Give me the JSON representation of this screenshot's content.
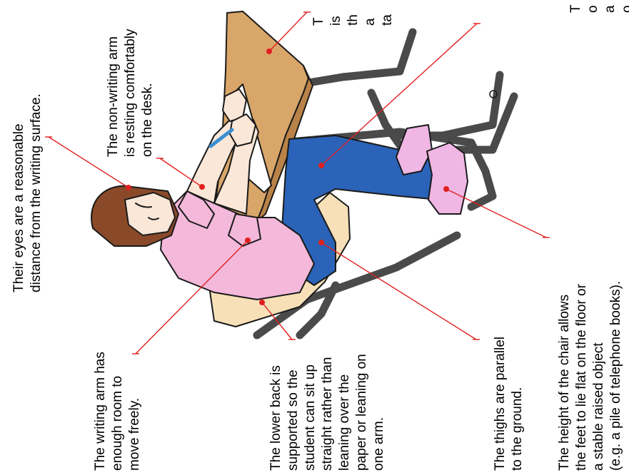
{
  "annotations": [
    {
      "id": "eyes",
      "lines": [
        "Their eyes are a reasonable",
        "distance from the writing surface."
      ]
    },
    {
      "id": "non_writing_arm",
      "lines": [
        "The non-writing arm",
        "is resting comfortably",
        "on the desk."
      ]
    },
    {
      "id": "writing_arm",
      "lines": [
        "The writing arm has",
        "enough room to",
        "move freely."
      ]
    },
    {
      "id": "lower_back",
      "lines": [
        "The lower back is",
        "supported so the",
        "student can sit up",
        "straight rather than",
        "leaning over the",
        "paper or leaning on",
        "one arm."
      ]
    },
    {
      "id": "thighs",
      "lines": [
        "The thighs are parallel",
        "to the ground."
      ]
    },
    {
      "id": "chair_height",
      "lines": [
        "The height of the chair allows",
        "the feet to lie flat on the floor or",
        "a stable raised object",
        "(e.g. a pile of telephone books)."
      ]
    },
    {
      "id": "desk_partial",
      "lines": [
        "T",
        "is",
        "th",
        "a",
        "ta"
      ]
    },
    {
      "id": "right_partial",
      "lines": [
        "T",
        "o",
        "a",
        "o"
      ]
    }
  ],
  "colors": {
    "leader": "#e0201f",
    "desk": "#d9a66a",
    "chair_seat": "#f7e0b8",
    "chair_frame": "#4a4a4a",
    "shirt": "#f3b8da",
    "jeans": "#2a63b8",
    "hair": "#8a4a2a",
    "skin": "#fbe7d8",
    "shoes": "#f0b6e4",
    "paper": "#ffffff"
  }
}
